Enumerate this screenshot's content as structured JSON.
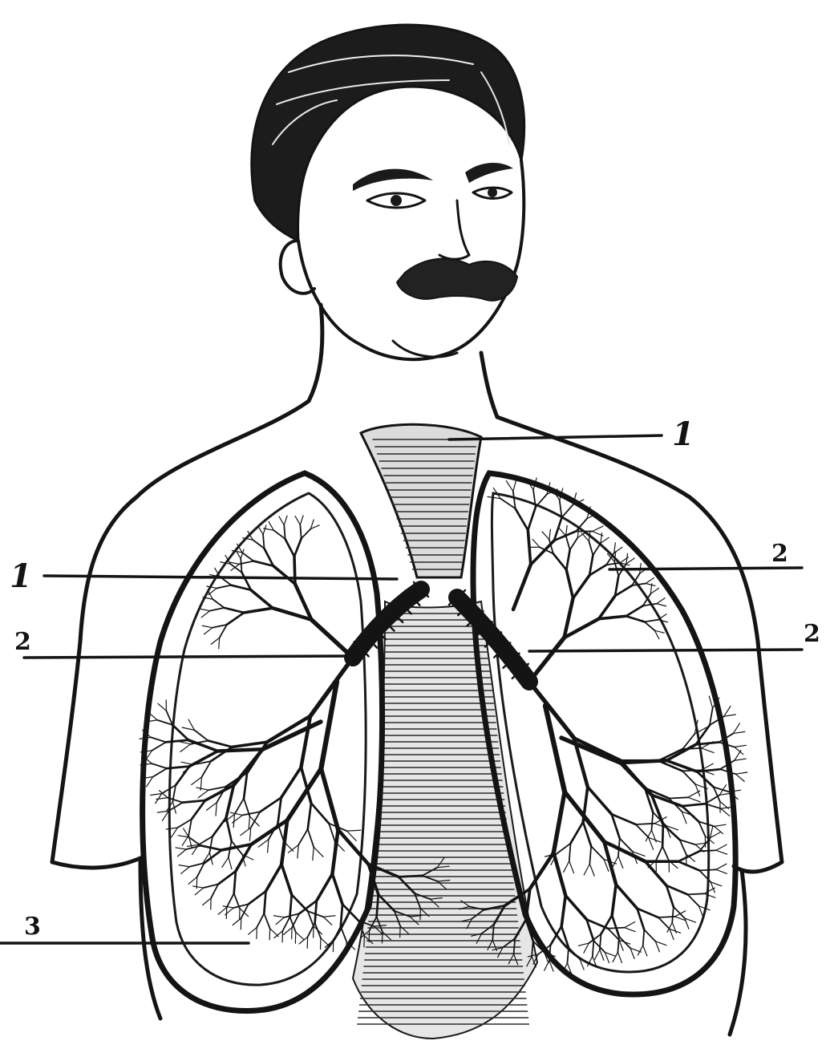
{
  "colors": {
    "ink": "#141414",
    "paper": "#ffffff"
  },
  "labels": {
    "trachea_right": "1",
    "trachea_left": "1",
    "bronchus_left_label": "2",
    "bronchus_right_upper": "2",
    "bronchus_right_lower": "2",
    "lung_label": "3"
  }
}
